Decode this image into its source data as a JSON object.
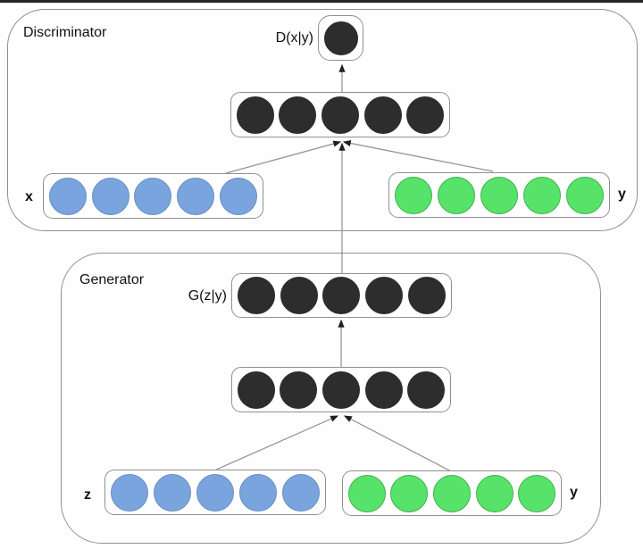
{
  "diagram": {
    "discriminator": {
      "label": "Discriminator",
      "output_label": "D(x|y)",
      "input_left_label": "x",
      "input_right_label": "y",
      "layers": {
        "output": {
          "count": 1,
          "color": "dark"
        },
        "hidden": {
          "count": 5,
          "color": "dark"
        },
        "input_x": {
          "count": 5,
          "color": "blue"
        },
        "input_y": {
          "count": 5,
          "color": "green"
        }
      }
    },
    "generator": {
      "label": "Generator",
      "output_label": "G(z|y)",
      "input_left_label": "z",
      "input_right_label": "y",
      "layers": {
        "output": {
          "count": 5,
          "color": "dark"
        },
        "hidden": {
          "count": 5,
          "color": "dark"
        },
        "input_z": {
          "count": 5,
          "color": "blue"
        },
        "input_y": {
          "count": 5,
          "color": "green"
        }
      }
    },
    "colors": {
      "node_dark": "#2d2d2d",
      "node_dark_border": "#2d2d2d",
      "node_blue": "#7aa4de",
      "node_blue_border": "#6a8fc0",
      "node_green": "#57e369",
      "node_green_border": "#44b052",
      "box_border": "#909090",
      "line": "#8f8f8f",
      "arrow": "#1f1f1f"
    }
  }
}
